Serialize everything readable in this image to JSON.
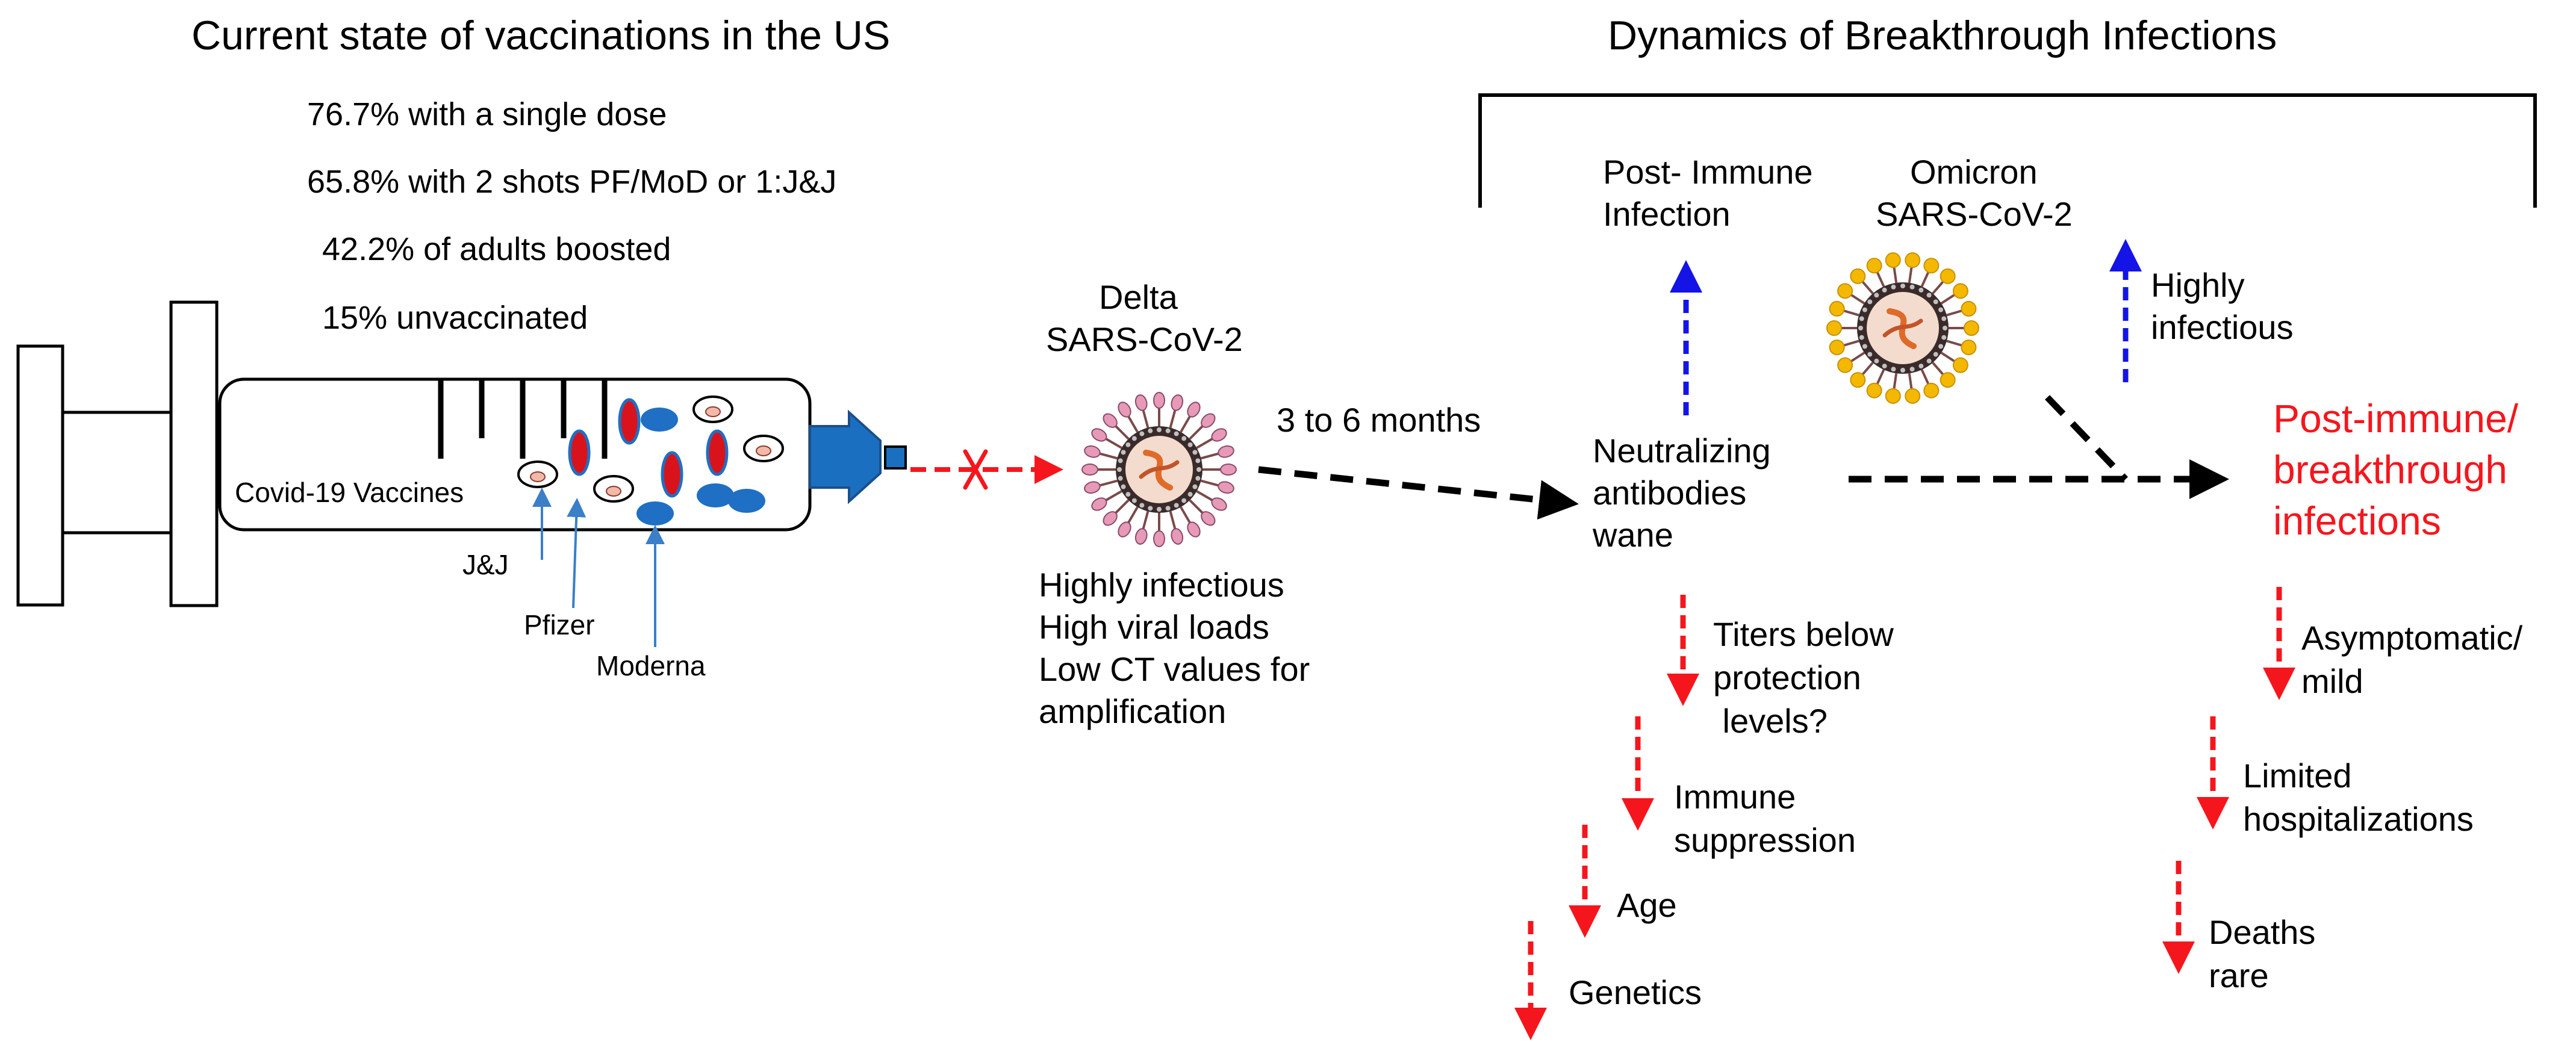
{
  "titles": {
    "left": "Current state of vaccinations in the US",
    "right": "Dynamics of Breakthrough Infections"
  },
  "stats": [
    "76.7% with a single dose",
    "65.8% with 2 shots PF/MoD or 1:J&J",
    "42.2% of adults boosted",
    "15%  unvaccinated"
  ],
  "syringe": {
    "label": "Covid-19 Vaccines",
    "vaccines": [
      "J&J",
      "Pfizer",
      "Moderna"
    ]
  },
  "delta": {
    "name": [
      "Delta",
      "SARS-CoV-2"
    ],
    "traits": [
      "Highly infectious",
      "High viral loads",
      "Low CT values for",
      "amplification"
    ]
  },
  "timespan": "3 to 6 months",
  "neutralizing": [
    "Neutralizing",
    "antibodies",
    "wane"
  ],
  "post_immune_infection": [
    "Post- Immune",
    "Infection"
  ],
  "omicron": {
    "name": [
      "Omicron",
      "SARS-CoV-2"
    ],
    "trait": [
      "Highly",
      "infectious"
    ]
  },
  "outcome": [
    "Post-immune/",
    "breakthrough",
    "infections"
  ],
  "factors": [
    [
      "Titers below",
      "protection",
      " levels?"
    ],
    [
      "Immune",
      "suppression"
    ],
    [
      "Age"
    ],
    [
      "Genetics"
    ]
  ],
  "consequences": [
    [
      "Asymptomatic/",
      "mild"
    ],
    [
      "Limited",
      "hospitalizations"
    ],
    [
      "Deaths",
      "rare"
    ]
  ],
  "colors": {
    "plunger_blue": "#1b6fc0",
    "moderna_blue": "#1f6fc4",
    "pfizer_red": "#d9131c",
    "arrow_red": "#f5161d",
    "arrow_blue": "#1414e6",
    "omicron_spike": "#f5b800"
  }
}
